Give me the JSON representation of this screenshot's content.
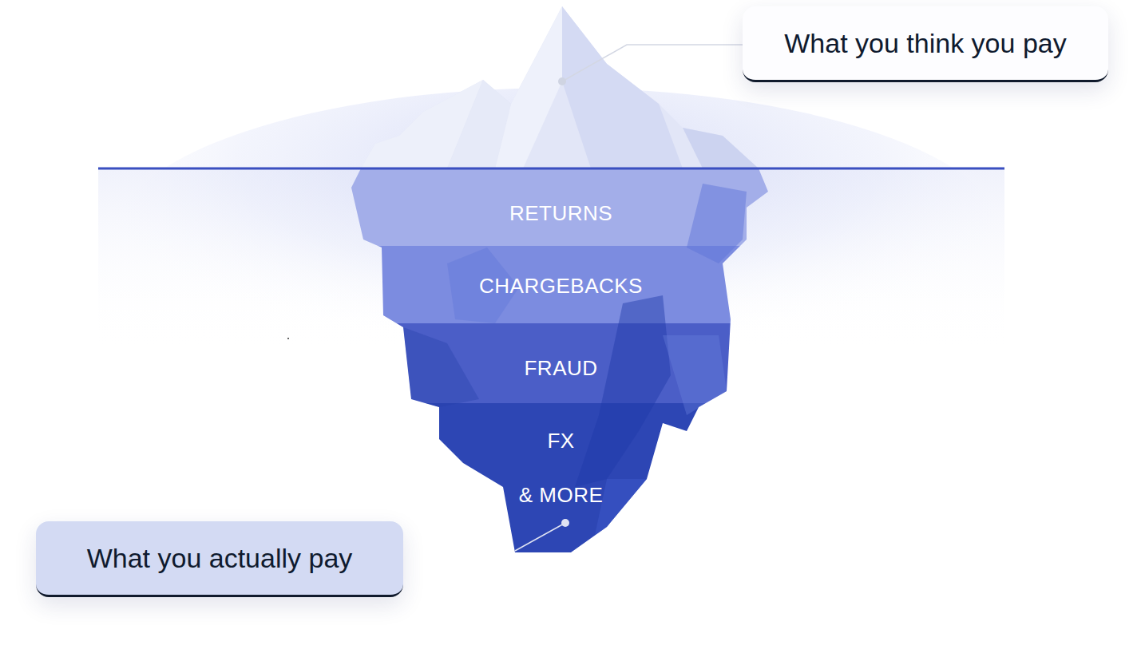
{
  "diagram": {
    "nodes": [
      {
        "text": [
          "What you think you pay"
        ]
      },
      {
        "text": [
          "RETURNS"
        ]
      },
      {
        "text": [
          "CHARGEBACKS"
        ]
      },
      {
        "text": [
          "FRAUD"
        ]
      },
      {
        "text": [
          "FX",
          "& MORE"
        ]
      },
      {
        "text": [
          "What you actually pay"
        ]
      }
    ]
  }
}
